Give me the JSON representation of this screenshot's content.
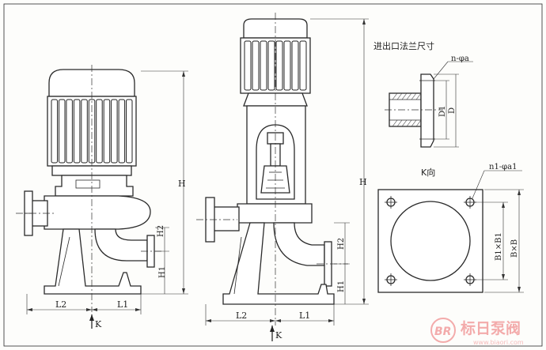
{
  "labels": {
    "flange_title": "进出口法兰尺寸",
    "k_view": "K向",
    "n_phi_a": "n-φa",
    "n1_phi_a1": "n1-φa1",
    "d1": "D1",
    "d": "D",
    "b1xb1": "B1×B1",
    "bxb": "B×B",
    "h_left": "H",
    "h_right": "H",
    "h2_left": "H2",
    "h1_left": "H1",
    "h2_right": "H2",
    "h1_right": "H1",
    "l2_left": "L2",
    "l1_left": "L1",
    "l2_right": "L2",
    "l1_right": "L1",
    "k_left": "K",
    "k_right": "K"
  },
  "watermark": {
    "logo_text": "BR",
    "brand": "标日泵阀",
    "url": "www.biaori.com"
  }
}
